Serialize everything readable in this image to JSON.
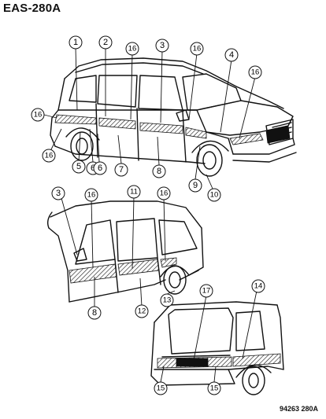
{
  "header": {
    "code": "EAS-280A"
  },
  "footer": {
    "reference": "94263 280A"
  },
  "colors": {
    "line": "#111111",
    "background": "#ffffff",
    "hatch": "#111111"
  },
  "callouts": {
    "top_view": [
      "1",
      "2",
      "16",
      "3",
      "16",
      "4",
      "16",
      "16",
      "16",
      "5",
      "6",
      "6",
      "7",
      "8",
      "9",
      "10"
    ],
    "side_view": [
      "3",
      "16",
      "11",
      "16",
      "8",
      "12",
      "13"
    ],
    "rear_view": [
      "17",
      "14",
      "15",
      "15"
    ]
  }
}
